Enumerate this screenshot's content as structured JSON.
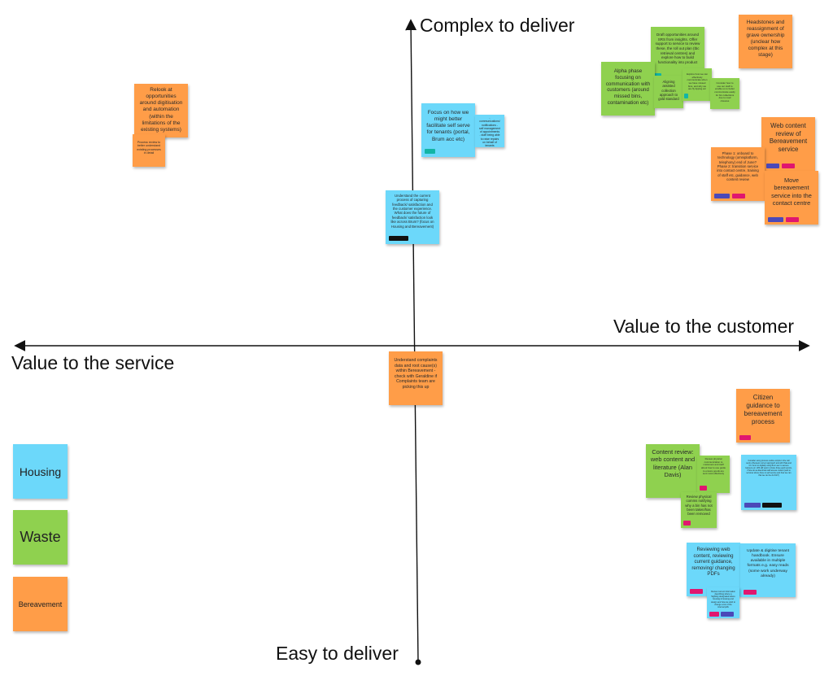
{
  "colors": {
    "orange": "#FF9D48",
    "green": "#8FD14F",
    "blue": "#6CD8FA",
    "tag_pink": "#E0166F",
    "tag_indigo": "#4B49B8",
    "tag_teal": "#12B5A5",
    "tag_black": "#111111"
  },
  "axes": {
    "top": "Complex to deliver",
    "bottom": "Easy to deliver",
    "right": "Value to the customer",
    "left": "Value to the service"
  },
  "legend": [
    {
      "label": "Housing",
      "color": "blue"
    },
    {
      "label": "Waste",
      "color": "green"
    },
    {
      "label": "Bereavement",
      "color": "orange"
    }
  ],
  "notes": {
    "relook": "Relook at opportunities around digitisation and automation (within the limitations of the existing systems)",
    "process_review": "Process review to better understand existing processes in detail",
    "self_serve": "Focus on how we might better facilitate self serve for tenants (portal, Brum acc etc)",
    "comms": "- communications/ notifications - self management of appointments - staff being able to raise repairs on behalf of tenants",
    "feedback": "Understand the current process of capturing feedback/ satisfaction and the customer experience. What does the future of feedback/ satisfaction look like across Brum? (focus on Housing and Bereavement)",
    "alpha": "Alpha phase focusing on communication with customers (around missed bins, contamination etc)",
    "draft_opps": "Draft opportunities around SRS from insights. Offer support to service to review these, the roll out plan (tbc retrieval centres) and explore how to build functionality into product",
    "aligning": "Aligning assisted collection approach to gold standard",
    "explore": "Explore how we can effectively communicate when we have missed bins, and why we are fly tipping etc",
    "consider": "Consider how to use our staff to enable us to better communicate easily for bin collections due to road closures",
    "headstones": "Headstones and reassignment of grave ownership (unclear how complex at this stage)",
    "web_content_bereavement": "Web content review of Bereavement service",
    "phase1": "Phase 1: onboard to technology (omniplatform, telephony) end of June? Phase 2: transition service into contact centre, training of staff etc, guidance, web content review",
    "move_bereavement": "Move bereavement service into the contact centre",
    "complaints": "Understand complaints data and root cause(s) within Bereavement - check with Geraldine if Complaints team are picking this up",
    "citizen_guidance": "Citizen guidance to bereavement process",
    "content_review": "Content review: web content and literature (Alan Davis)",
    "review_physical": "Review physical communication to customers and staff about how to use guide to ensure goods are sent most effectively",
    "review_comms_notifying": "Review physical comms notifying why a bin has not been taken/has been removed",
    "consider_blue": "Consider using process outline scripts in the call centre (Reviews current approach and with Hala and CC Jenni to digitally using Brum acc to access banners etc. Will still want to share those guid reports, if how do we Electrical staff access content (and to services where there is self service and how we can that we can be do this?)",
    "reviewing_web": "Reviewing web content, reviewing current guidance, removing/ changing PDFs",
    "review_small": "Review current information describing where a Sighting designated where housing & housing and design and how we wish to change a ton of the internal pdfs",
    "update_handbook": "Update & digitise tenant handbook. Ensure available in multiple formats e.g. easy reads (some work underway already)"
  }
}
